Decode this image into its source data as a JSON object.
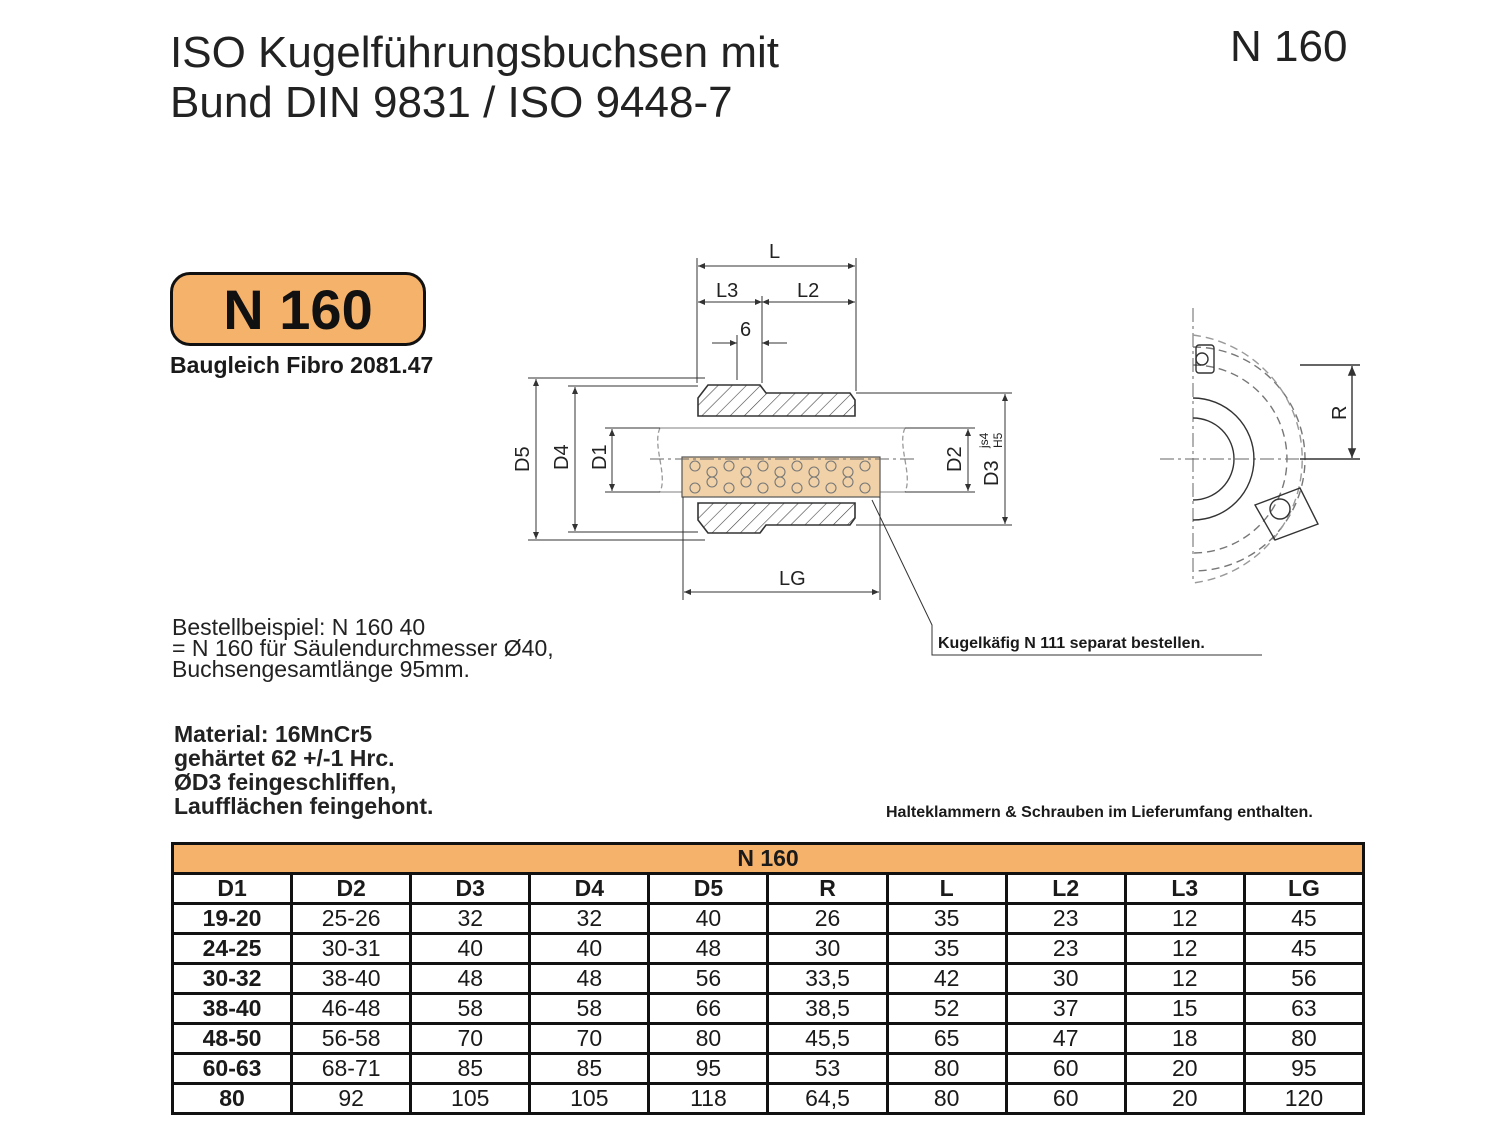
{
  "header": {
    "title_line1": "ISO Kugelführungsbuchsen mit",
    "title_line2": "Bund DIN 9831 / ISO 9448-7",
    "code": "N 160"
  },
  "badge": {
    "label": "N 160",
    "subtitle": "Baugleich Fibro 2081.47",
    "color": "#f5b26b"
  },
  "drawing": {
    "dim_L": "L",
    "dim_L3": "L3",
    "dim_L2": "L2",
    "dim_6": "6",
    "dim_D5": "D5",
    "dim_D4": "D4",
    "dim_D1": "D1",
    "dim_D2": "D2",
    "dim_D3": "D3",
    "tol_js4": "js4",
    "tol_H5": "H5",
    "dim_LG": "LG",
    "dim_R": "R",
    "cage_note": "Kugelkäfig N 111 separat bestellen."
  },
  "order": {
    "line1": "Bestellbeispiel: N 160 40",
    "line2": "= N 160 für Säulendurchmesser Ø40,",
    "line3": "Buchsengesamtlänge 95mm."
  },
  "material": {
    "line1": "Material: 16MnCr5",
    "line2": "gehärtet 62 +/-1 Hrc.",
    "line3": "ØD3 feingeschliffen,",
    "line4": "Laufflächen feingehont."
  },
  "clamp_note": "Halteklammern & Schrauben im Lieferumfang enthalten.",
  "table": {
    "caption": "N 160",
    "columns": [
      "D1",
      "D2",
      "D3",
      "D4",
      "D5",
      "R",
      "L",
      "L2",
      "L3",
      "LG"
    ],
    "rows": [
      [
        "19-20",
        "25-26",
        "32",
        "32",
        "40",
        "26",
        "35",
        "23",
        "12",
        "45"
      ],
      [
        "24-25",
        "30-31",
        "40",
        "40",
        "48",
        "30",
        "35",
        "23",
        "12",
        "45"
      ],
      [
        "30-32",
        "38-40",
        "48",
        "48",
        "56",
        "33,5",
        "42",
        "30",
        "12",
        "56"
      ],
      [
        "38-40",
        "46-48",
        "58",
        "58",
        "66",
        "38,5",
        "52",
        "37",
        "15",
        "63"
      ],
      [
        "48-50",
        "56-58",
        "70",
        "70",
        "80",
        "45,5",
        "65",
        "47",
        "18",
        "80"
      ],
      [
        "60-63",
        "68-71",
        "85",
        "85",
        "95",
        "53",
        "80",
        "60",
        "20",
        "95"
      ],
      [
        "80",
        "92",
        "105",
        "105",
        "118",
        "64,5",
        "80",
        "60",
        "20",
        "120"
      ]
    ]
  }
}
